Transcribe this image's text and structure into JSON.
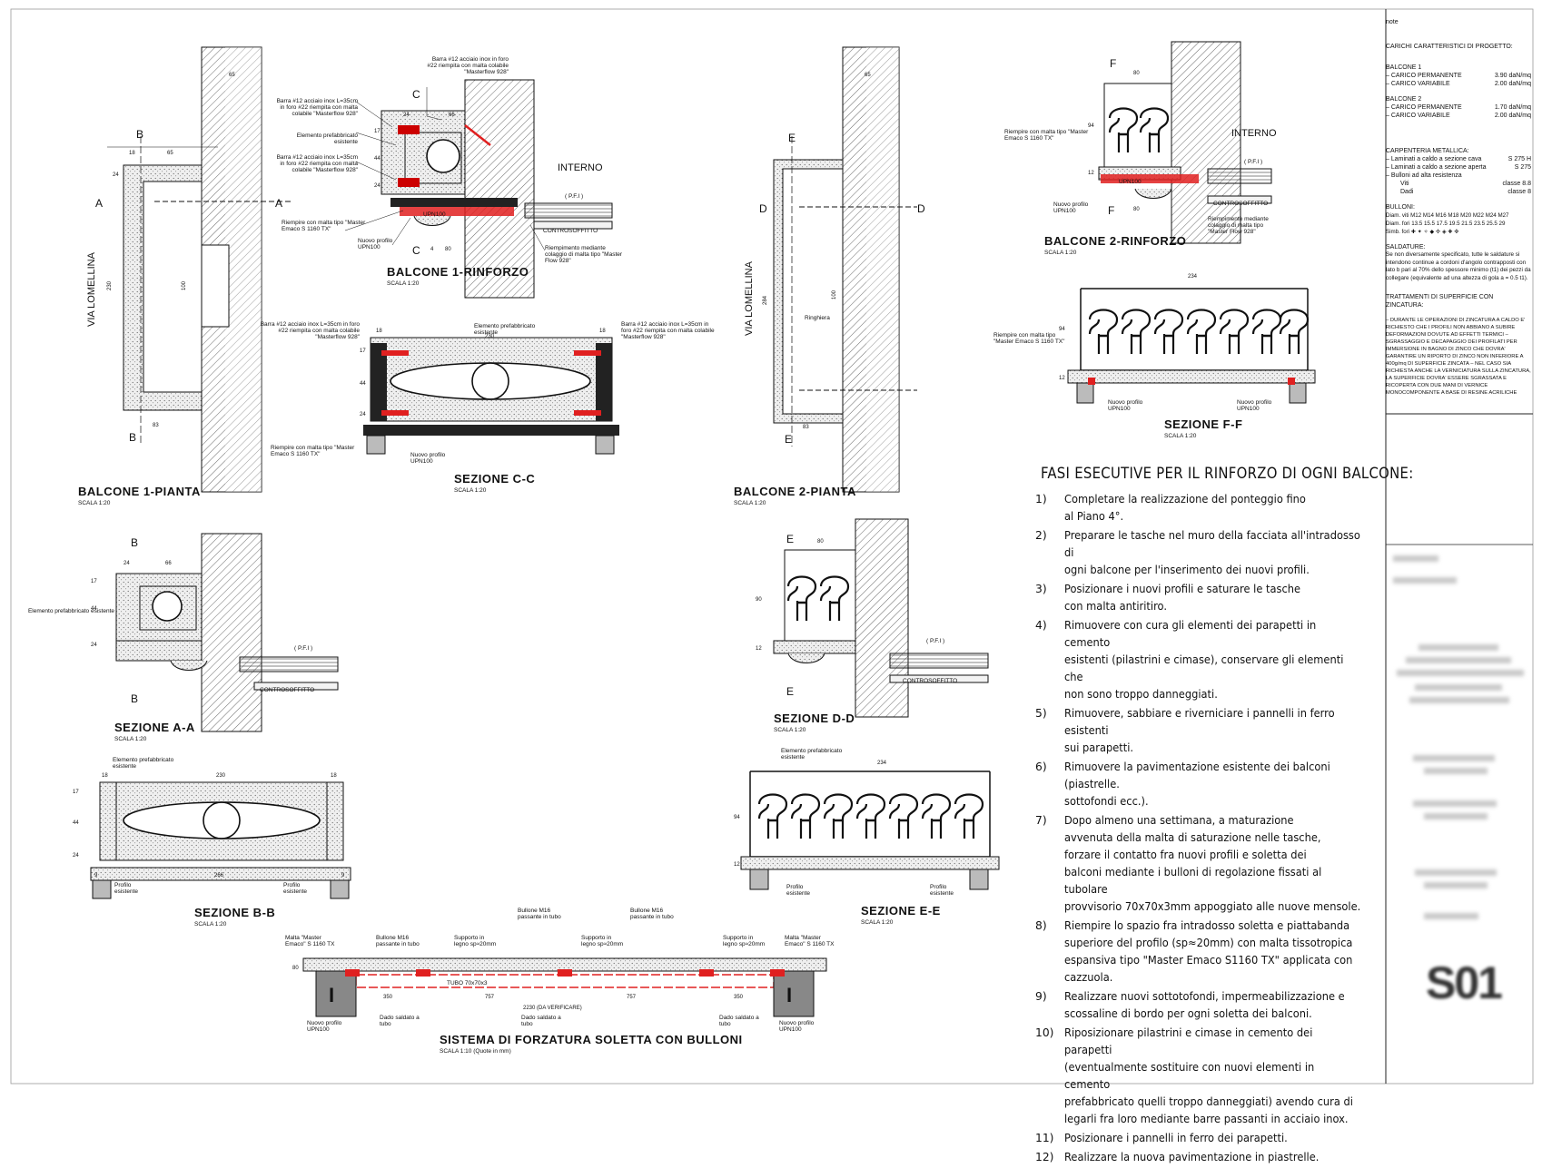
{
  "drawings": {
    "balcone1_pianta": {
      "title": "BALCONE 1-PIANTA",
      "scale": "SCALA 1:20",
      "via": "VIA LOMELLINA",
      "sections": [
        "A",
        "A",
        "B",
        "B"
      ],
      "dims": [
        "18",
        "65",
        "24",
        "230",
        "100",
        "83",
        "65"
      ]
    },
    "balcone1_rinforzo": {
      "title": "BALCONE 1-RINFORZO",
      "scale": "SCALA 1:20",
      "interno": "INTERNO",
      "sections": [
        "C",
        "C"
      ],
      "notes": [
        "Barra #12 acciaio inox in foro #22 riempita con malta colabile \"Masterflow 928\"",
        "Barra #12 acciaio inox L=35cm in foro #22 riempita con malta colabile \"Masterflow 928\"",
        "Elemento prefabbricato esistente",
        "Barra #12 acciaio inox L=35cm in foro #22 riempita con malta colabile \"Masterflow 928\"",
        "Riempire con malta tipo \"Master Emaco S 1160 TX\"",
        "Nuovo profilo UPN100",
        "Riempimento mediante colaggio di malta tipo \"Master Flow 928\"",
        "CONTROSOFFITTO",
        "( P.F.I )",
        "UPN100"
      ],
      "dims": [
        "24",
        "66",
        "17",
        "44",
        "24",
        "80",
        "4"
      ]
    },
    "sezione_cc": {
      "title": "SEZIONE C-C",
      "scale": "SCALA 1:20",
      "notes": [
        "Barra #12 acciaio inox L=35cm in foro #22 riempita con malta colabile \"Masterflow 928\"",
        "Elemento prefabbricato esistente",
        "Barra #12 acciaio inox L=35cm in foro #22 riempita con malta colabile \"Masterflow 928\"",
        "Riempire con malta tipo \"Master Emaco S 1160 TX\"",
        "Nuovo profilo UPN100"
      ],
      "dims": [
        "18",
        "230",
        "18",
        "17",
        "44",
        "24"
      ]
    },
    "balcone2_pianta": {
      "title": "BALCONE 2-PIANTA",
      "scale": "SCALA 1:20",
      "via": "VIA LOMELLINA",
      "sections": [
        "E",
        "E",
        "D",
        "D"
      ],
      "ringhiera": "Ringhiera",
      "dims": [
        "284",
        "100",
        "83",
        "65"
      ]
    },
    "balcone2_rinforzo": {
      "title": "BALCONE 2-RINFORZO",
      "scale": "SCALA 1:20",
      "interno": "INTERNO",
      "notes": [
        "Riempire con malta tipo \"Master Emaco S 1160 TX\"",
        "Nuovo profilo UPN100",
        "Riempimento mediante colaggio di malta tipo \"Master Flow 928\"",
        "CONTROSOFFITTO",
        "( P.F.I )",
        "UPN100"
      ],
      "sections": [
        "F",
        "F"
      ],
      "dims": [
        "80",
        "94",
        "12",
        "80"
      ]
    },
    "sezione_ff": {
      "title": "SEZIONE F-F",
      "scale": "SCALA 1:20",
      "notes": [
        "Riempire con malta tipo \"Master Emaco S 1160 TX\"",
        "Nuovo profilo UPN100",
        "Nuovo profilo UPN100"
      ],
      "dims": [
        "234",
        "94",
        "12"
      ]
    },
    "sezione_aa": {
      "title": "SEZIONE A-A",
      "scale": "SCALA 1:20",
      "notes": [
        "Elemento prefabbricato esistente",
        "CONTROSOFFITTO",
        "( P.F.I )"
      ],
      "dims": [
        "24",
        "66",
        "17",
        "44",
        "24"
      ],
      "sections": [
        "B",
        "B"
      ]
    },
    "sezione_bb": {
      "title": "SEZIONE B-B",
      "scale": "SCALA 1:20",
      "notes": [
        "Elemento prefabbricato esistente",
        "Profilo esistente",
        "Profilo esistente"
      ],
      "dims": [
        "18",
        "230",
        "18",
        "17",
        "44",
        "24",
        "266",
        "9",
        "9"
      ]
    },
    "sezione_dd": {
      "title": "SEZIONE D-D",
      "scale": "SCALA 1:20",
      "notes": [
        "CONTROSOFFITTO",
        "( P.F.I )"
      ],
      "dims": [
        "80",
        "90",
        "12"
      ],
      "sections": [
        "E",
        "E"
      ]
    },
    "sezione_ee": {
      "title": "SEZIONE E-E",
      "scale": "SCALA 1:20",
      "notes": [
        "Elemento prefabbricato esistente",
        "Profilo esistente",
        "Profilo esistente"
      ],
      "dims": [
        "234",
        "94",
        "12"
      ]
    },
    "sistema": {
      "title": "SISTEMA DI FORZATURA SOLETTA CON BULLONI",
      "scale": "SCALA 1:10 (Quote in mm)",
      "notes": [
        "Malta \"Master Emaco\" S 1160 TX",
        "Bullone M16 passante in tubo",
        "Supporto in legno sp≈20mm",
        "Bullone M16 passante in tubo",
        "Supporto in legno sp≈20mm",
        "Bullone M16 passante in tubo",
        "Supporto in legno sp≈20mm",
        "Malta \"Master Emaco\" S 1160 TX",
        "TUBO 70x70x3",
        "Nuovo profilo UPN100",
        "Dado saldato a tubo",
        "Dado saldato a tubo",
        "Dado saldato a tubo",
        "Nuovo profilo UPN100"
      ],
      "dims": [
        "350",
        "757",
        "757",
        "350",
        "2230 (DA VERIFICARE)",
        "80"
      ]
    }
  },
  "notes_panel": {
    "note": "note",
    "carichi": "CARICHI CARATTERISTICI DI PROGETTO:",
    "balcone1": "BALCONE 1",
    "b1_rows": [
      [
        "– CARICO PERMANENTE",
        "3.90 daN/mq"
      ],
      [
        "– CARICO VARIABILE",
        "2.00 daN/mq"
      ]
    ],
    "balcone2": "BALCONE 2",
    "b2_rows": [
      [
        "– CARICO PERMANENTE",
        "1.70 daN/mq"
      ],
      [
        "– CARICO VARIABILE",
        "2.00 daN/mq"
      ]
    ],
    "carpenteria": "CARPENTERIA METALLICA:",
    "carp_rows": [
      [
        "– Laminati a caldo a sezione cava",
        "S 275 H"
      ],
      [
        "– Laminati a caldo a sezione aperta",
        "S 275"
      ],
      [
        "– Bulloni ad alta resistenza",
        ""
      ],
      [
        "Viti",
        "classe 8.8"
      ],
      [
        "Dadi",
        "classe 8"
      ]
    ],
    "bulloni": "BULLONI:",
    "bulloni_rows": [
      "Diam. viti  M12  M14  M16  M18  M20  M22  M24  M27",
      "Diam. fori  13.5  15.5  17.5  19.5  21.5  23.5  25.5  29",
      "Simb. fori  ✚  ✦  ✧  ◆  ✣  ◈  ✚  ✜"
    ],
    "saldature": "SALDATURE:",
    "saldature_text": "Se non diversamente specificato, tutte le saldature si intendono continue a cordoni d'angolo contrapposti con lato b pari al 70% dello spessore minimo (t1) dei pezzi da collegare (equivalente ad una altezza di gola a = 0.5 t1).",
    "trattamenti": "TRATTAMENTI DI SUPERFICIE CON ZINCATURA:",
    "trattamenti_text": "– DURANTE LE OPERAZIONI DI ZINCATURA A CALDO E' RICHIESTO CHE I PROFILI NON ABBIANO A SUBIRE DEFORMAZIONI DOVUTE AD EFFETTI TERMICI – SGRASSAGGIO E DECAPAGGIO DEI PROFILATI PER IMMERSIONE IN BAGNO DI ZINCO CHE DOVRA' GARANTIRE UN RIPORTO DI ZINCO NON INFERIORE A 400g/mq DI SUPERFICIE ZINCATA – NEL CASO SIA RICHIESTA ANCHE LA VERNICIATURA SULLA ZINCATURA, LA SUPERFICIE DOVRA' ESSERE SGRASSATA E RICOPERTA CON DUE MANI DI VERNICE MONOCOMPONENTE A BASE DI RESINE ACRILICHE",
    "sheet_code": "S01"
  },
  "fasi": {
    "title": "FASI ESECUTIVE PER IL RINFORZO DI OGNI BALCONE:",
    "items": [
      {
        "n": "1)",
        "text": "Completare la realizzazione del ponteggio fino\nal Piano 4°."
      },
      {
        "n": "2)",
        "text": "Preparare le tasche nel muro della facciata all'intradosso di\nogni balcone per l'inserimento dei nuovi profili."
      },
      {
        "n": "3)",
        "text": "Posizionare i nuovi profili e saturare le tasche\ncon malta antiritiro."
      },
      {
        "n": "4)",
        "text": "Rimuovere con cura gli elementi dei parapetti in cemento\nesistenti (pilastrini e cimase), conservare gli elementi che\nnon sono troppo danneggiati."
      },
      {
        "n": "5)",
        "text": "Rimuovere, sabbiare e riverniciare i pannelli in ferro esistenti\nsui parapetti."
      },
      {
        "n": "6)",
        "text": "Rimuovere la pavimentazione esistente dei balconi (piastrelle.\nsottofondi ecc.)."
      },
      {
        "n": "7)",
        "text": "Dopo almeno una settimana, a maturazione\navvenuta della malta di saturazione nelle tasche,\nforzare il contatto fra nuovi profili e soletta dei\nbalconi mediante i bulloni di regolazione fissati al tubolare\nprovvisorio 70x70x3mm appoggiato alle nuove mensole."
      },
      {
        "n": "8)",
        "text": "Riempire lo spazio fra intradosso soletta e piattabanda\nsuperiore del profilo (sp≈20mm) con malta tissotropica\nespansiva tipo \"Master Emaco S1160 TX\" applicata con\ncazzuola."
      },
      {
        "n": "9)",
        "text": "Realizzare nuovi sottotofondi, impermeabilizzazione e\nscossaline di bordo per ogni soletta dei balconi."
      },
      {
        "n": "10)",
        "text": "Riposizionare pilastrini e cimase in cemento dei parapetti\n(eventualmente sostituire con nuovi elementi in cemento\nprefabbricato quelli troppo danneggiati) avendo cura di\nlegarli fra loro mediante barre passanti in acciaio inox."
      },
      {
        "n": "11)",
        "text": "Posizionare i pannelli in ferro dei parapetti."
      },
      {
        "n": "12)",
        "text": "Realizzare la nuova pavimentazione in piastrelle."
      }
    ]
  },
  "colors": {
    "line": "#111111",
    "accent": "#e02020",
    "fill": "#e6e6e6",
    "dark": "#222222"
  }
}
